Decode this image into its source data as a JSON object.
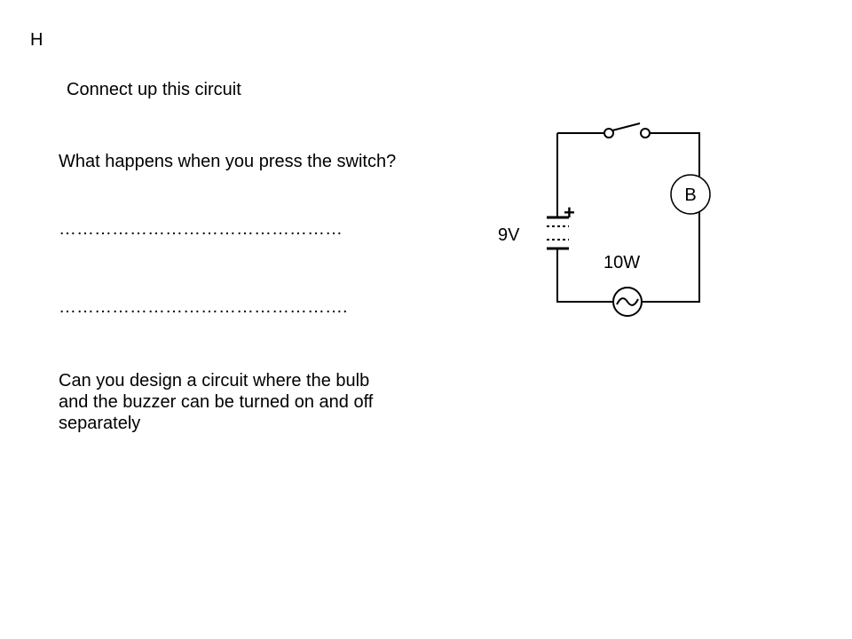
{
  "page": {
    "heading": "H",
    "instruction": "Connect up this circuit",
    "question": "What happens when you press the switch?",
    "answer_line_1": "…………………………………………",
    "answer_line_2": "………………………………………….",
    "design_task": "Can you design a circuit where the bulb and the buzzer can be turned on and off separately"
  },
  "circuit": {
    "buzzer_label": "B",
    "battery_label": "9V",
    "battery_plus": "+",
    "bulb_label": "10W"
  }
}
